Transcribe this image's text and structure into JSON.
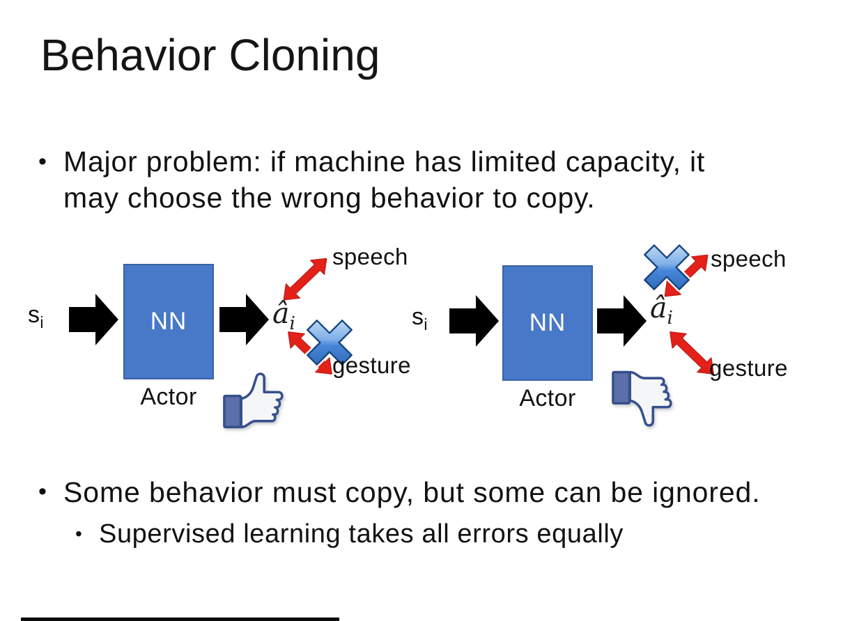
{
  "slide": {
    "title": "Behavior Cloning",
    "bullet_glyph": "•",
    "bullet1": "Major problem: if machine has limited capacity, it may choose the wrong behavior to copy.",
    "bullet2": "Some behavior must copy, but some can be ignored.",
    "sub_bullet": "Supervised learning takes all errors equally"
  },
  "diagram_left": {
    "input_base": "s",
    "input_sub": "i",
    "nn_label": "NN",
    "output_base": "â",
    "output_sub": "i",
    "speech_label": "speech",
    "gesture_label": "gesture",
    "actor_label": "Actor",
    "rejected_action": "gesture",
    "feedback_icon": "thumbs-up-icon",
    "cross_icon": "cross-icon"
  },
  "diagram_right": {
    "input_base": "s",
    "input_sub": "i",
    "nn_label": "NN",
    "output_base": "â",
    "output_sub": "i",
    "speech_label": "speech",
    "gesture_label": "gesture",
    "actor_label": "Actor",
    "rejected_action": "speech",
    "feedback_icon": "thumbs-down-icon",
    "cross_icon": "cross-icon"
  },
  "colors": {
    "background": "#ffffff",
    "text": "#111111",
    "nn_fill": "#4878c8",
    "nn_border": "#3a62a8",
    "arrow_black": "#000000",
    "arrow_red": "#e32119",
    "cross_blue": "#4d8bd9",
    "thumb_outline": "#36508c",
    "thumb_cuff": "#5d6fa9"
  }
}
